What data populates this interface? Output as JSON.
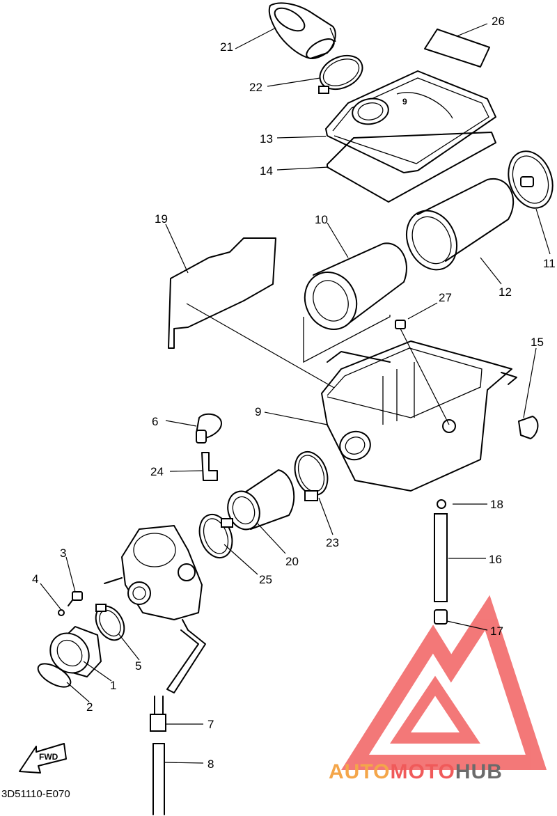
{
  "diagram": {
    "code": "3D51110-E070",
    "fwd_label": "FWD",
    "callouts": [
      {
        "id": "c21",
        "label": "21"
      },
      {
        "id": "c26",
        "label": "26"
      },
      {
        "id": "c22",
        "label": "22"
      },
      {
        "id": "c13",
        "label": "13"
      },
      {
        "id": "c14",
        "label": "14"
      },
      {
        "id": "c19",
        "label": "19"
      },
      {
        "id": "c10",
        "label": "10"
      },
      {
        "id": "c11",
        "label": "11"
      },
      {
        "id": "c12",
        "label": "12"
      },
      {
        "id": "c27",
        "label": "27"
      },
      {
        "id": "c15",
        "label": "15"
      },
      {
        "id": "c9",
        "label": "9"
      },
      {
        "id": "c6",
        "label": "6"
      },
      {
        "id": "c24",
        "label": "24"
      },
      {
        "id": "c18",
        "label": "18"
      },
      {
        "id": "c23",
        "label": "23"
      },
      {
        "id": "c20",
        "label": "20"
      },
      {
        "id": "c3",
        "label": "3"
      },
      {
        "id": "c16",
        "label": "16"
      },
      {
        "id": "c4",
        "label": "4"
      },
      {
        "id": "c25",
        "label": "25"
      },
      {
        "id": "c17",
        "label": "17"
      },
      {
        "id": "c5",
        "label": "5"
      },
      {
        "id": "c1",
        "label": "1"
      },
      {
        "id": "c2",
        "label": "2"
      },
      {
        "id": "c7",
        "label": "7"
      },
      {
        "id": "c8",
        "label": "8"
      }
    ]
  },
  "watermark": {
    "part1": "AUTO",
    "part2": "MOTO",
    "part3": "HUB",
    "color_primary": "#f05a5a",
    "color_secondary": "#f4a64a",
    "color_tertiary": "#6b6b6b"
  }
}
